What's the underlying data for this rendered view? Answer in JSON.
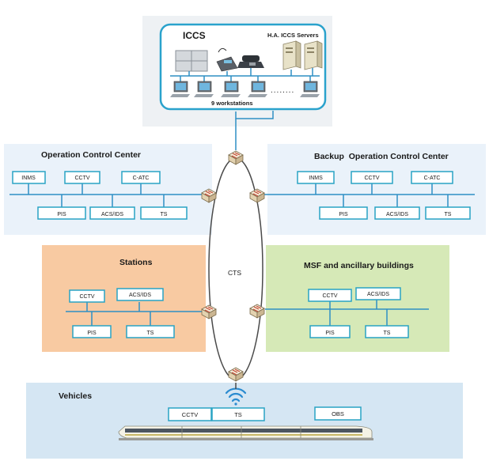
{
  "iccs": {
    "title": "ICCS",
    "servers_label": "H.A. ICCS Servers",
    "workstations_label": "9 workstations",
    "workstations_dots": "........"
  },
  "occ": {
    "title": "Operation Control Center",
    "top_systems": [
      "INMS",
      "CCTV",
      "C-ATC"
    ],
    "bottom_systems": [
      "PIS",
      "ACS/IDS",
      "TS"
    ]
  },
  "backup_occ": {
    "title": "Backup  Operation Control Center",
    "top_systems": [
      "INMS",
      "CCTV",
      "C-ATC"
    ],
    "bottom_systems": [
      "PIS",
      "ACS/IDS",
      "TS"
    ]
  },
  "stations": {
    "title": "Stations",
    "top_systems": [
      "CCTV",
      "ACS/IDS"
    ],
    "bottom_systems": [
      "PIS",
      "TS"
    ]
  },
  "msf": {
    "title": "MSF and ancillary buildings",
    "top_systems": [
      "CCTV",
      "ACS/IDS"
    ],
    "bottom_systems": [
      "PIS",
      "TS"
    ]
  },
  "cts": {
    "label": "CTS"
  },
  "vehicles": {
    "title": "Vehicles",
    "systems": [
      "CCTV",
      "TS",
      "OBS"
    ]
  },
  "colors": {
    "box_border": "#29a3c4",
    "box_fill": "#ffffff",
    "occ_bg": "#eaf2fa",
    "stations_bg": "#f8caa2",
    "msf_bg": "#d6e9b7",
    "vehicles_bg": "#d5e6f3",
    "iccs_border": "#2aa2cc",
    "line": "#2e8fc4",
    "ring": "#4a4a4a"
  }
}
